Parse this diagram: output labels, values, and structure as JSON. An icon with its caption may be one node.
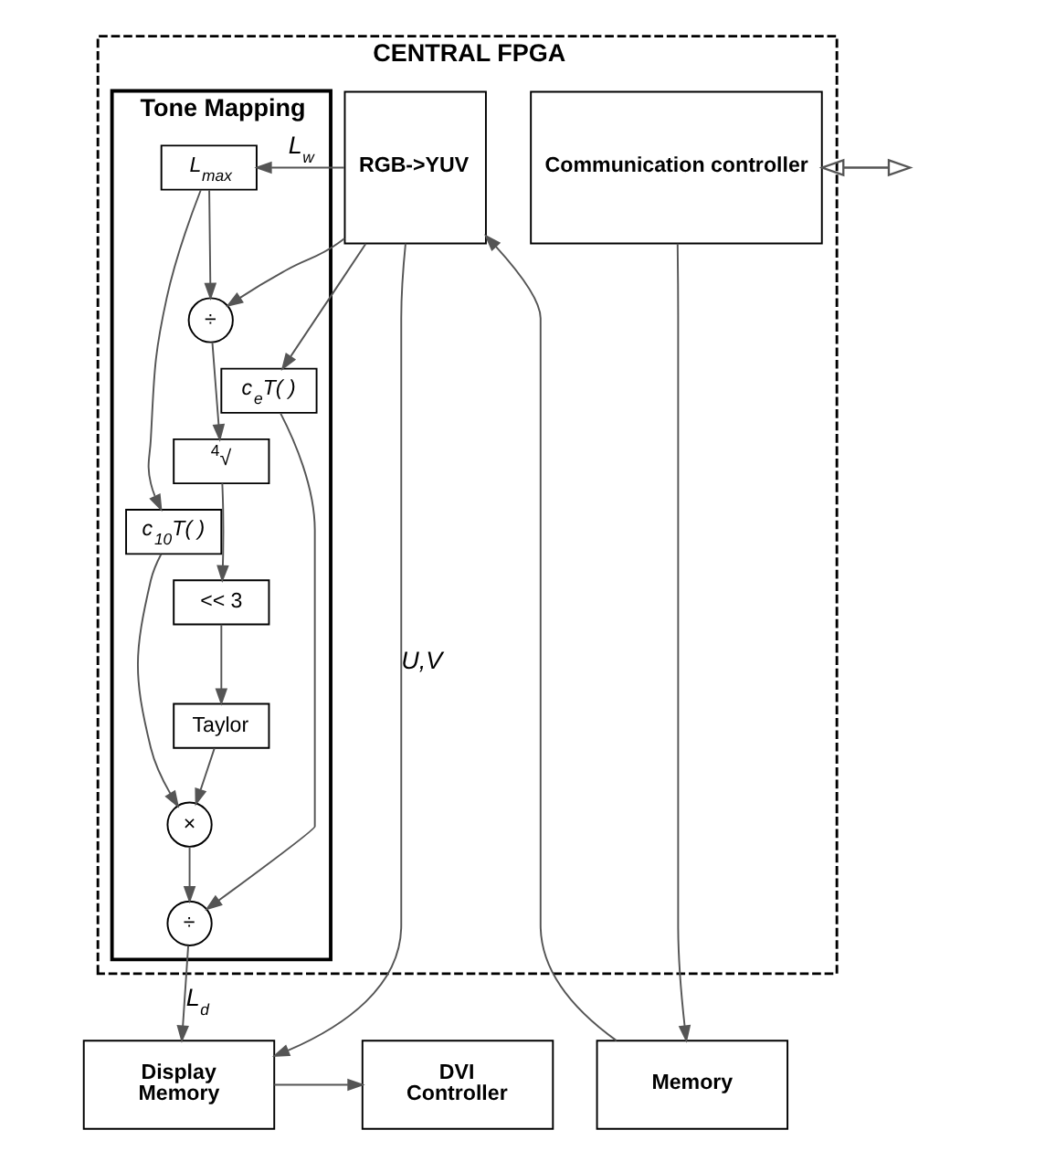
{
  "diagram": {
    "nodes": [
      {
        "text": [
          "CENTRAL FPGA"
        ]
      },
      {
        "text": [
          "Communication controller"
        ],
        "in": 0
      },
      {
        "text": [
          "RGB->YUV"
        ],
        "in": 0
      },
      {
        "text": [
          "Tone Mapping"
        ],
        "in": 0
      },
      {
        "text": [
          "L$_{max}$"
        ],
        "in": 3
      },
      {
        "text": [
          "÷"
        ],
        "in": 3
      },
      {
        "text": [
          "c$_{e}$T( )"
        ],
        "in": 3
      },
      {
        "text": [
          "$^{4}$√"
        ],
        "in": 3
      },
      {
        "text": [
          "c$_{10}$T( )"
        ],
        "in": 3
      },
      {
        "text": [
          "<< 3"
        ],
        "in": 3
      },
      {
        "text": [
          "Taylor"
        ],
        "in": 3
      },
      {
        "text": [
          "÷"
        ],
        "in": 3
      },
      {
        "text": [
          "×"
        ],
        "in": 3
      },
      {
        "text": [
          "Memory"
        ]
      },
      {
        "text": [
          "Display Memory"
        ]
      },
      {
        "text": [
          "DVI Controller"
        ]
      }
    ],
    "edges": [
      {
        "from": null,
        "to": 1,
        "arrow": "both"
      },
      {
        "from": 2,
        "to": 4,
        "arrow": "to",
        "label": "L$_{w}$"
      },
      {
        "from": 2,
        "to": 5,
        "arrow": "to"
      },
      {
        "from": 2,
        "to": 6,
        "arrow": "to"
      },
      {
        "from": 4,
        "to": 5,
        "arrow": "to"
      },
      {
        "from": 4,
        "to": 8,
        "arrow": "to"
      },
      {
        "from": 5,
        "to": 7,
        "arrow": "to"
      },
      {
        "from": 7,
        "to": 9,
        "arrow": "to"
      },
      {
        "from": 9,
        "to": 10,
        "arrow": "to"
      },
      {
        "from": 10,
        "to": 12,
        "arrow": "to"
      },
      {
        "from": 8,
        "to": 12,
        "arrow": "to"
      },
      {
        "from": 12,
        "to": 11,
        "arrow": "to"
      },
      {
        "from": 6,
        "to": 11,
        "arrow": "to"
      },
      {
        "from": 11,
        "to": 14,
        "arrow": "to",
        "label": "L$_{d}$"
      },
      {
        "from": 2,
        "to": 14,
        "arrow": "to",
        "label": "U,V"
      },
      {
        "from": 1,
        "to": 13,
        "arrow": "to"
      },
      {
        "from": 13,
        "to": 2,
        "arrow": "to"
      },
      {
        "from": 14,
        "to": 15,
        "arrow": "to"
      }
    ]
  }
}
